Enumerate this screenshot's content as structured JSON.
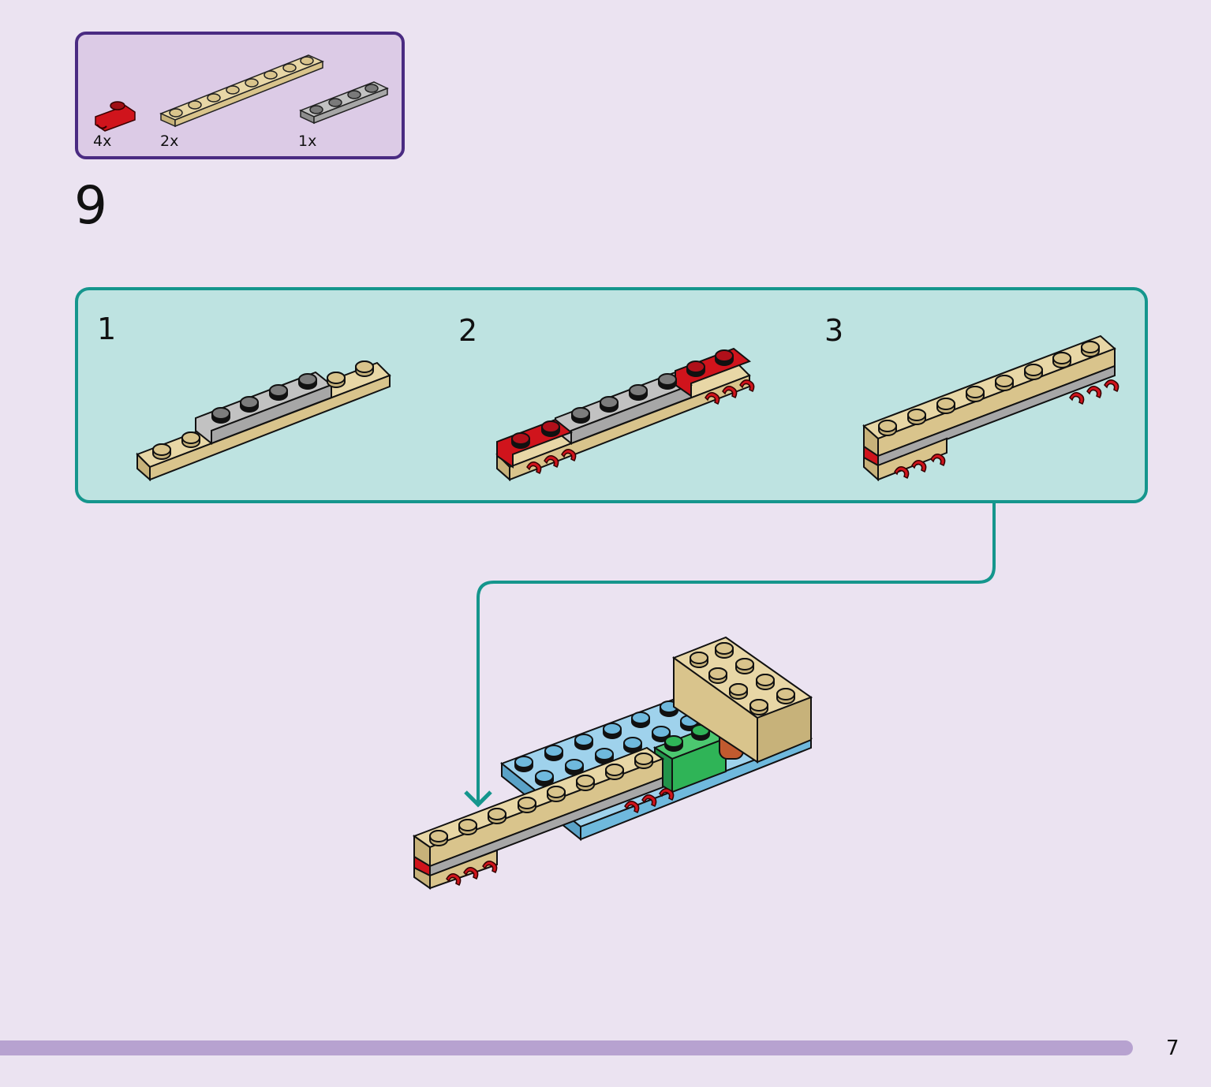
{
  "parts_list": {
    "items": [
      {
        "part": "red-clip-plate-icon",
        "color": "#d0141c",
        "quantity": "4x"
      },
      {
        "part": "tan-1x8-plate-icon",
        "color": "#d9c48c",
        "quantity": "2x"
      },
      {
        "part": "gray-1x4-plate-icon",
        "color": "#a7a7a7",
        "quantity": "1x"
      }
    ]
  },
  "step": {
    "number": "9"
  },
  "substeps": [
    {
      "number": "1"
    },
    {
      "number": "2"
    },
    {
      "number": "3"
    }
  ],
  "colors": {
    "background": "#ebe3f1",
    "parts_border": "#4a2b82",
    "parts_fill": "#dccbe6",
    "substep_border": "#15968d",
    "substep_fill": "#bee3e1",
    "tan": "#d9c48c",
    "red": "#d0141c",
    "gray": "#a7a7a7",
    "blue": "#6fb9dd",
    "green": "#2fb457",
    "progress": "#b7a2d0"
  },
  "footer": {
    "page_number": "7"
  }
}
